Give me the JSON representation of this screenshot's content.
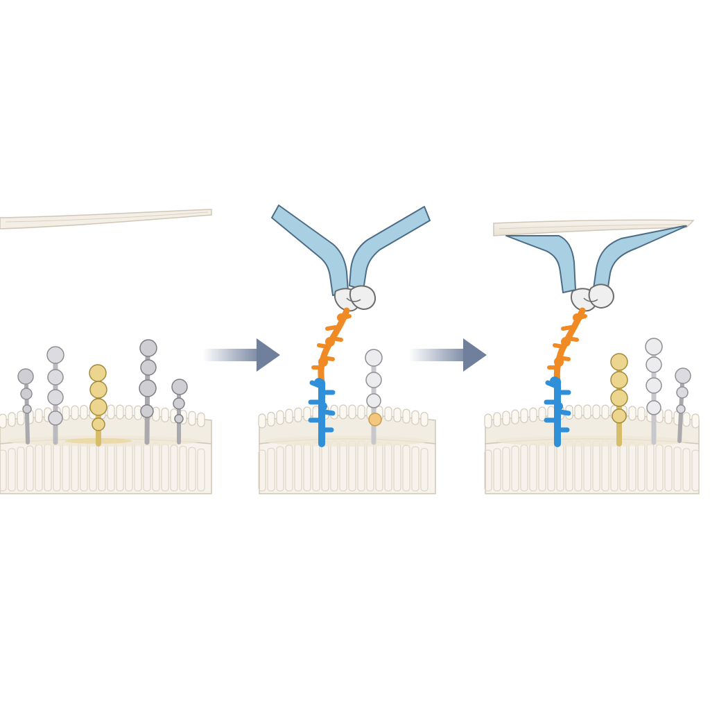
{
  "panels": [
    {
      "id": "resting",
      "has_antibody": false,
      "has_upper_surface": true
    },
    {
      "id": "binding",
      "has_antibody": true,
      "has_upper_surface": false
    },
    {
      "id": "bridged",
      "has_antibody": true,
      "has_upper_surface": true
    }
  ],
  "arrows": [
    {
      "from": "resting",
      "to": "binding"
    },
    {
      "from": "binding",
      "to": "bridged"
    }
  ],
  "colors": {
    "membrane_fill": "#f5f1e8",
    "membrane_stroke": "#c9c2b4",
    "receptor_grey": "#c8c8cc",
    "receptor_white": "#ececee",
    "receptor_yellow": "#e9d48f",
    "receptor_blue": "#2f8fd8",
    "chain_orange": "#f08a24",
    "antibody_blue": "#a9cfe3",
    "arrow": "#6f7f9c",
    "upper_surface": "#f4efe6"
  }
}
